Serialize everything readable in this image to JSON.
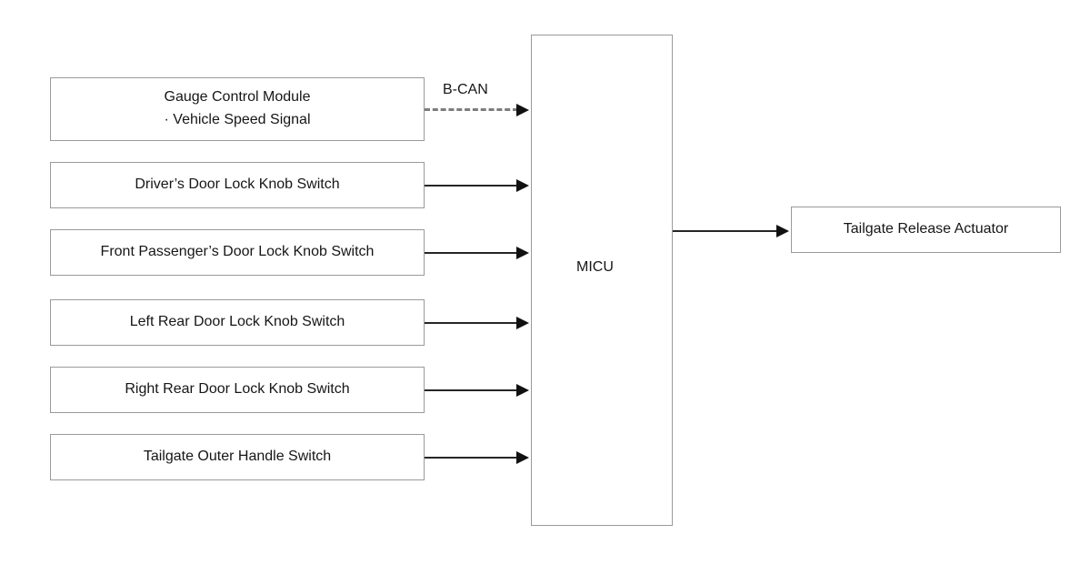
{
  "diagram": {
    "type": "block-diagram",
    "nodes": {
      "gauge": {
        "line1": "Gauge Control Module",
        "line2": "· Vehicle Speed Signal"
      },
      "driver": {
        "label": "Driver’s Door Lock Knob Switch"
      },
      "front_passenger": {
        "label": "Front Passenger’s Door Lock Knob Switch"
      },
      "left_rear": {
        "label": "Left Rear Door Lock Knob Switch"
      },
      "right_rear": {
        "label": "Right Rear Door Lock Knob Switch"
      },
      "tailgate_switch": {
        "label": "Tailgate Outer Handle Switch"
      },
      "micu": {
        "label": "MICU"
      },
      "actuator": {
        "label": "Tailgate Release Actuator"
      }
    },
    "edges": {
      "bcan": {
        "label": "B-CAN",
        "style": "dashed",
        "from": "gauge",
        "to": "micu"
      },
      "driver": {
        "label": "",
        "style": "solid",
        "from": "driver",
        "to": "micu"
      },
      "front_passenger": {
        "label": "",
        "style": "solid",
        "from": "front_passenger",
        "to": "micu"
      },
      "left_rear": {
        "label": "",
        "style": "solid",
        "from": "left_rear",
        "to": "micu"
      },
      "right_rear": {
        "label": "",
        "style": "solid",
        "from": "right_rear",
        "to": "micu"
      },
      "tailgate_switch": {
        "label": "",
        "style": "solid",
        "from": "tailgate_switch",
        "to": "micu"
      },
      "output": {
        "label": "",
        "style": "solid",
        "from": "micu",
        "to": "actuator"
      }
    },
    "colors": {
      "background": "#ffffff",
      "box_border": "#9a9a9a",
      "text": "#161616",
      "solid_edge": "#262626",
      "dashed_edge": "#7d7d7d",
      "arrow_head": "#111111"
    }
  }
}
